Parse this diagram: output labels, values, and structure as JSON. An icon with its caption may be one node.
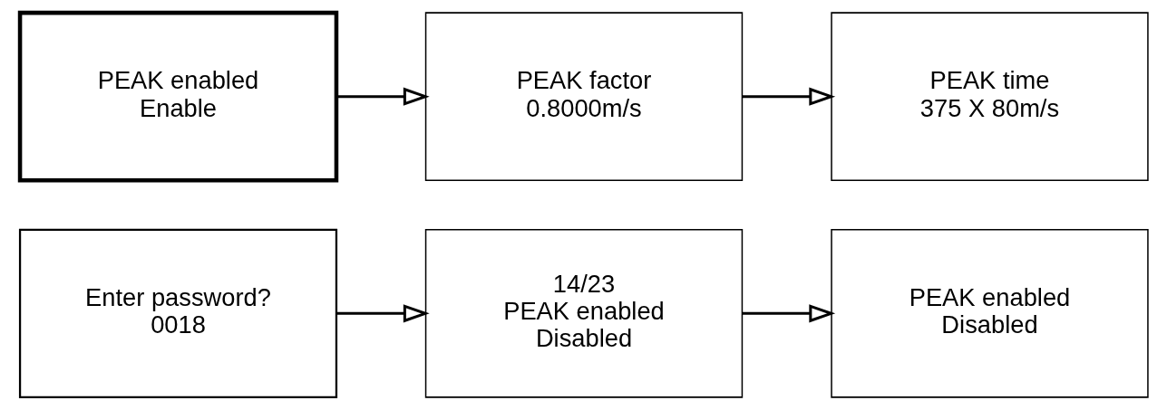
{
  "diagram": {
    "nodes": [
      {
        "text": [
          "Enter password?",
          "0018"
        ]
      },
      {
        "text": [
          "14/23",
          "PEAK enabled",
          "Disabled"
        ]
      },
      {
        "text": [
          "PEAK enabled",
          "Disabled"
        ]
      },
      {
        "text": [
          "PEAK enabled",
          "Enable"
        ]
      },
      {
        "text": [
          "PEAK factor",
          "0.8000m/s"
        ]
      },
      {
        "text": [
          "PEAK time",
          "375 X 80m/s"
        ]
      }
    ],
    "edges": [
      {
        "from": 0,
        "to": 1,
        "arrow": "to"
      },
      {
        "from": 1,
        "to": 2,
        "arrow": "to"
      },
      {
        "from": 3,
        "to": 4,
        "arrow": "to"
      },
      {
        "from": 4,
        "to": 5,
        "arrow": "to"
      }
    ]
  }
}
